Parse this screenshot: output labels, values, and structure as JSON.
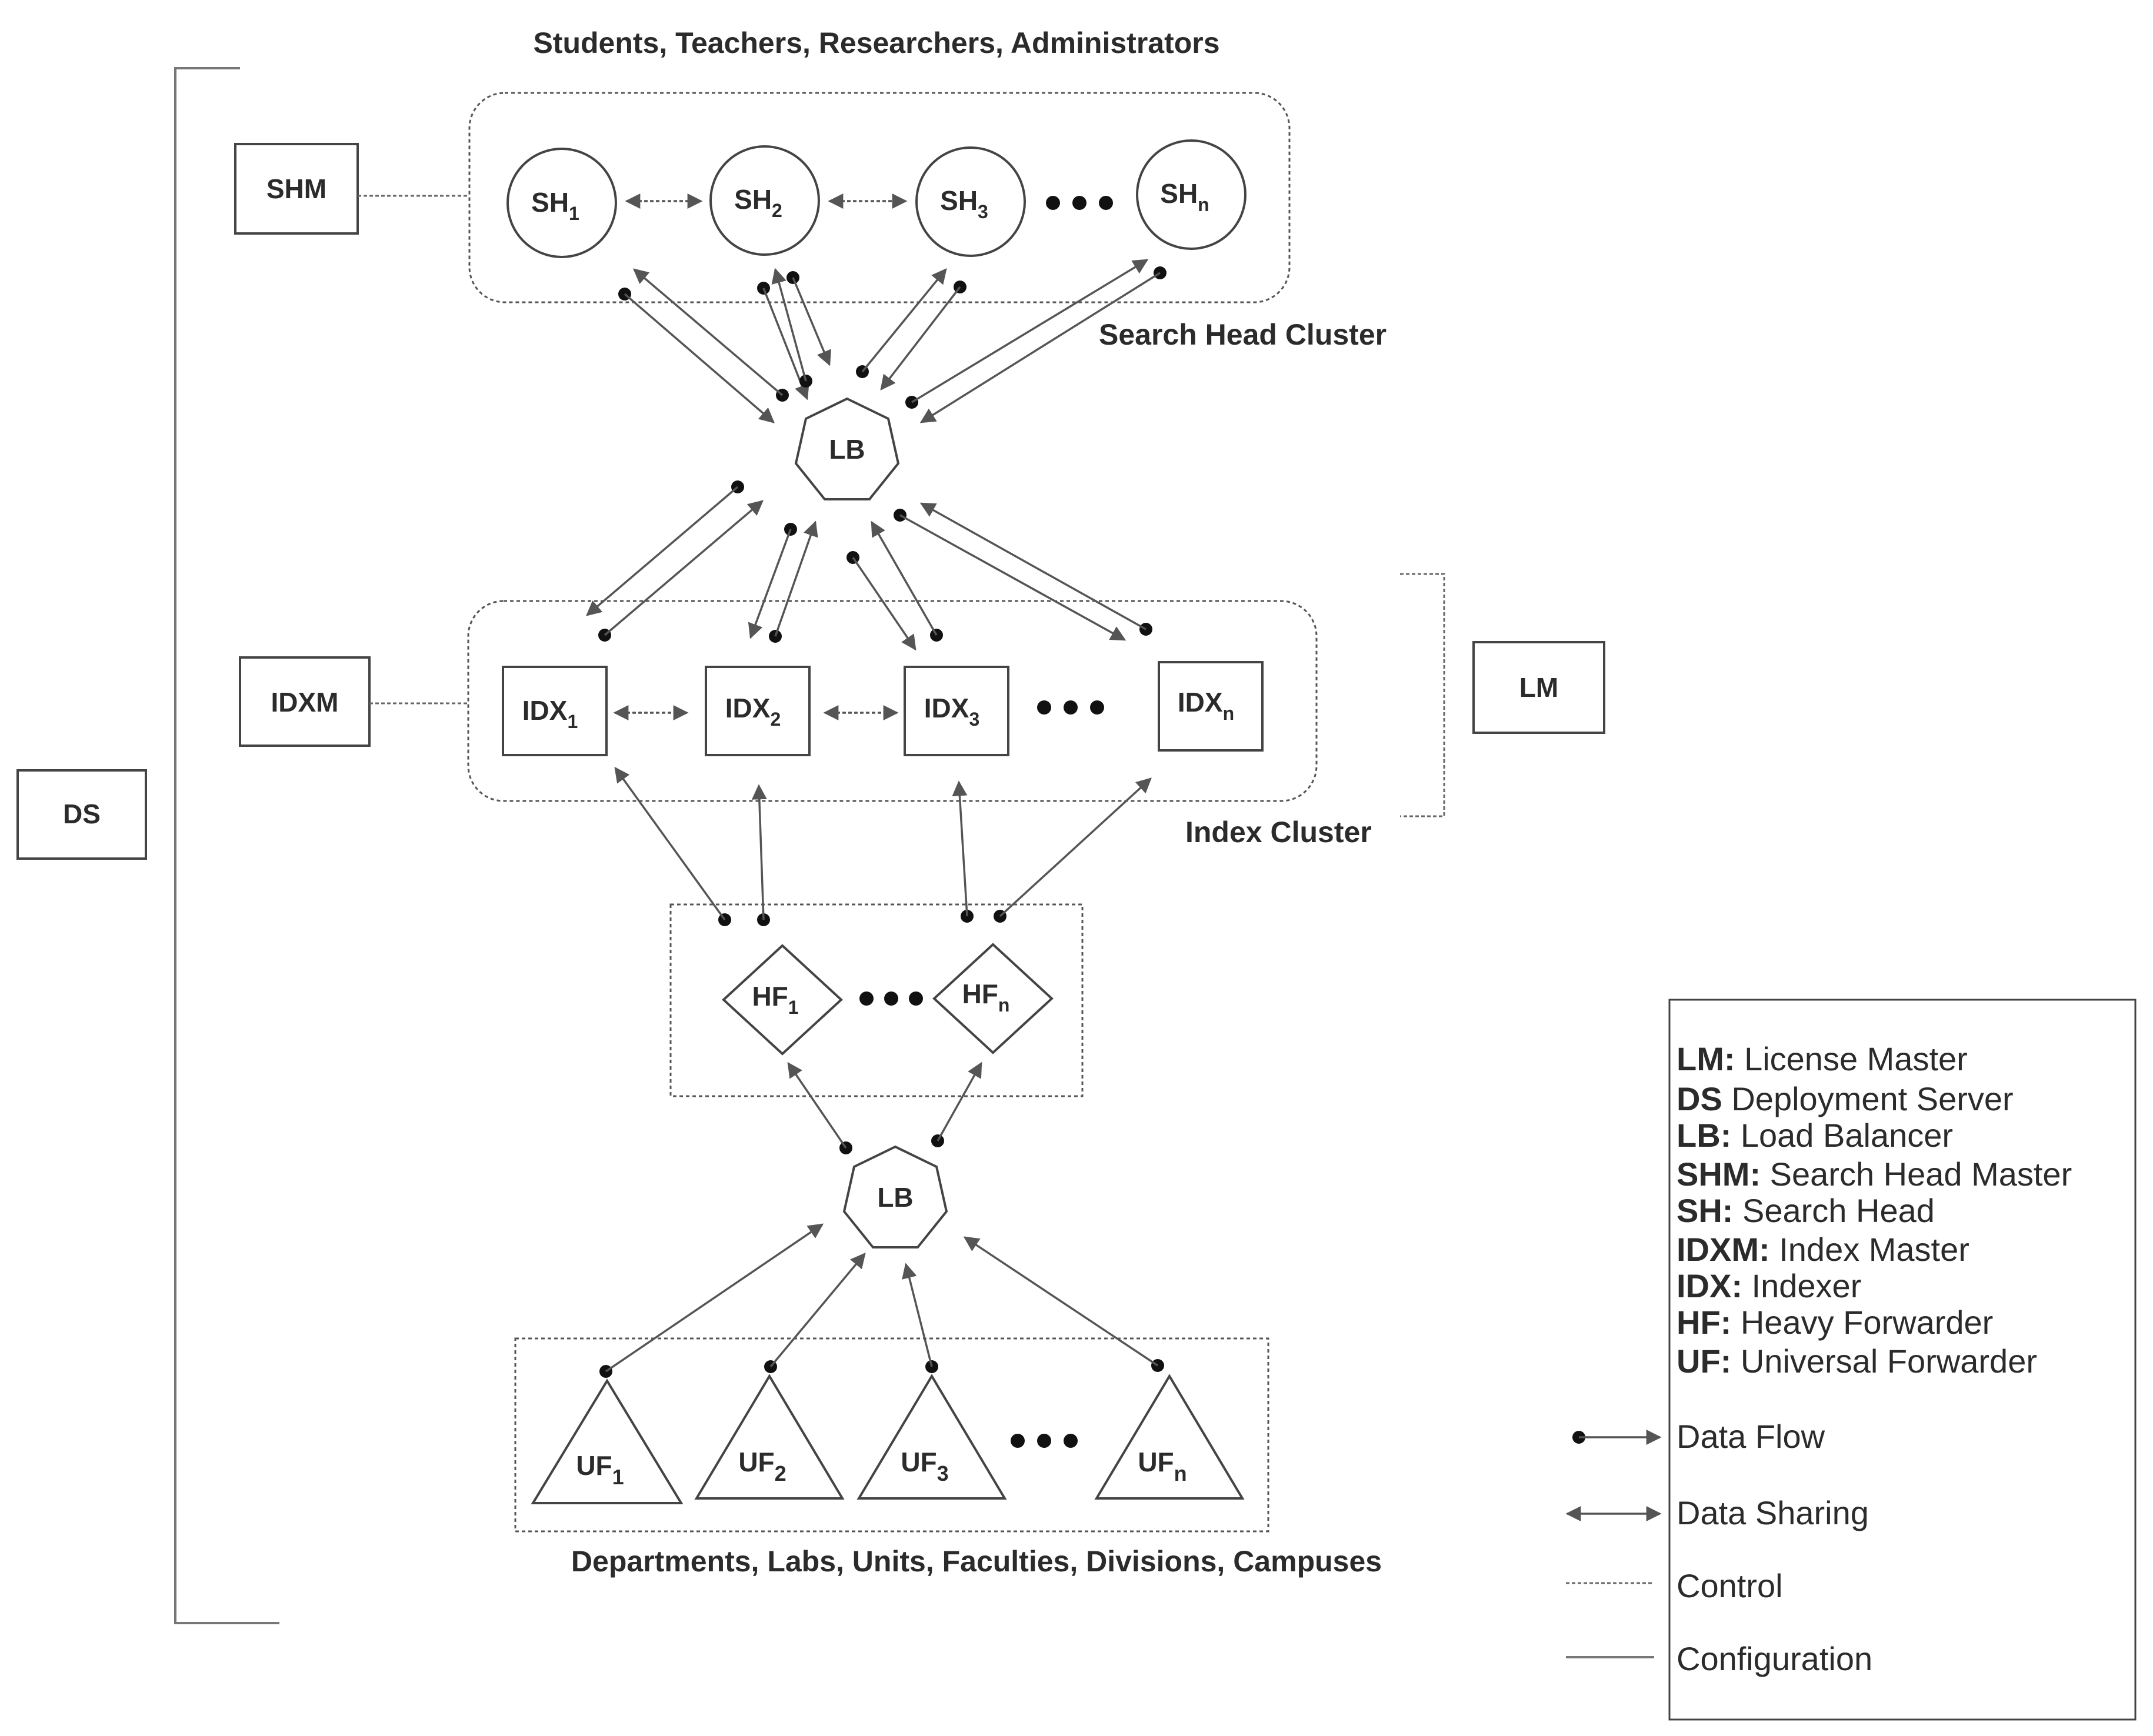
{
  "top_caption": "Students, Teachers, Researchers, Administrators",
  "bottom_caption": "Departments, Labs, Units, Faculties, Divisions, Campuses",
  "search_head_cluster_label": "Search Head Cluster",
  "index_cluster_label": "Index Cluster",
  "nodes": {
    "shm": "SHM",
    "idxm": "IDXM",
    "ds": "DS",
    "lm": "LM",
    "lb": "LB",
    "sh": {
      "base": "SH",
      "subs": [
        "1",
        "2",
        "3",
        "n"
      ]
    },
    "idx": {
      "base": "IDX",
      "subs": [
        "1",
        "2",
        "3",
        "n"
      ]
    },
    "hf": {
      "base": "HF",
      "subs": [
        "1",
        "n"
      ]
    },
    "uf": {
      "base": "UF",
      "subs": [
        "1",
        "2",
        "3",
        "n"
      ]
    }
  },
  "legend": {
    "abbreviations": [
      {
        "abbr": "LM:",
        "text": " License Master"
      },
      {
        "abbr": "DS",
        "text": " Deployment Server"
      },
      {
        "abbr": "LB:",
        "text": " Load Balancer"
      },
      {
        "abbr": "SHM:",
        "text": " Search Head Master"
      },
      {
        "abbr": "SH:",
        "text": " Search Head"
      },
      {
        "abbr": "IDXM:",
        "text": " Index Master"
      },
      {
        "abbr": "IDX:",
        "text": " Indexer"
      },
      {
        "abbr": "HF:",
        "text": " Heavy Forwarder"
      },
      {
        "abbr": "UF:",
        "text": " Universal Forwarder"
      }
    ],
    "symbols": {
      "data_flow": "Data Flow",
      "data_sharing": "Data Sharing",
      "control": "Control",
      "configuration": "Configuration"
    }
  }
}
